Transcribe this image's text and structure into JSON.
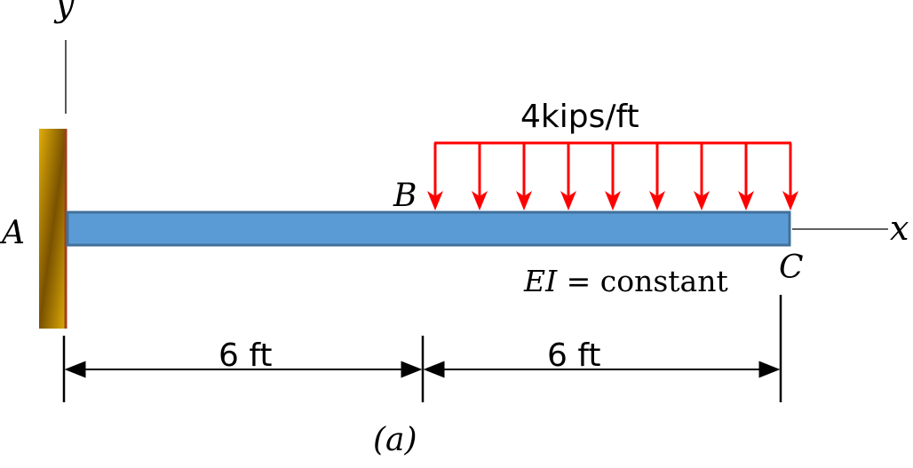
{
  "axes": {
    "y_label": "y",
    "x_label": "x"
  },
  "points": {
    "a": "A",
    "b": "B",
    "c": "C"
  },
  "load": {
    "label": "4kips/ft",
    "arrow_count": 9
  },
  "property": {
    "ei_symbol": "EI",
    "ei_rest": " = constant"
  },
  "dimensions": {
    "span_ab": "6 ft",
    "span_bc": "6 ft"
  },
  "caption": "(a)",
  "colors": {
    "beam_fill": "#5b9bd5",
    "beam_stroke": "#41719c",
    "load": "#ff0000",
    "support_gold": "#d4a000",
    "support_dark": "#7a5200",
    "support_edge": "#a0401a"
  }
}
